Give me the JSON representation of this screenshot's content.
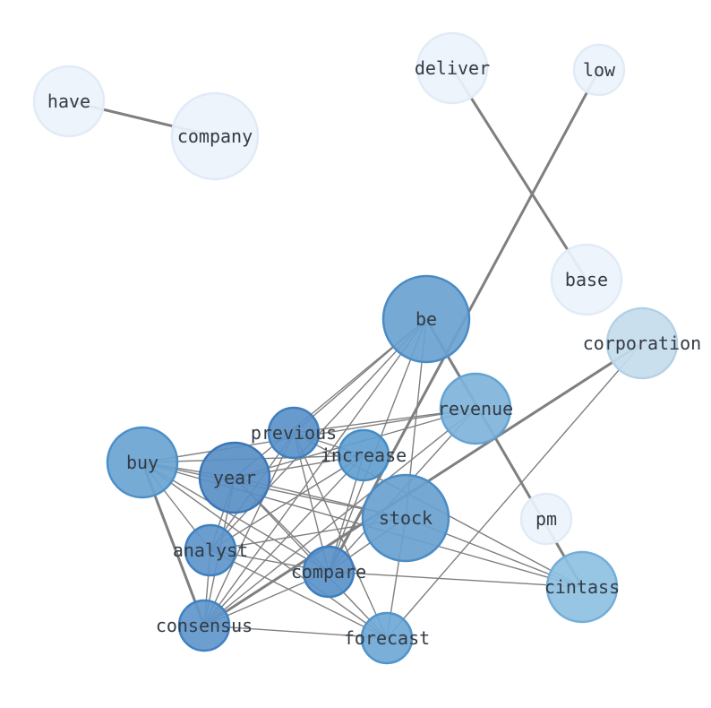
{
  "graph": {
    "nodes": [
      {
        "id": "have",
        "label": "have",
        "color": "#ecf3fb",
        "stroke": "#e1ebf7"
      },
      {
        "id": "company",
        "label": "company",
        "color": "#ecf3fb",
        "stroke": "#e1ebf7"
      },
      {
        "id": "deliver",
        "label": "deliver",
        "color": "#ecf3fb",
        "stroke": "#e1ebf7"
      },
      {
        "id": "low",
        "label": "low",
        "color": "#ecf3fb",
        "stroke": "#e1ebf7"
      },
      {
        "id": "base",
        "label": "base",
        "color": "#ecf3fb",
        "stroke": "#e1ebf7"
      },
      {
        "id": "be",
        "label": "be",
        "color": "#6aa3d0",
        "stroke": "#4a8bc4"
      },
      {
        "id": "corporation",
        "label": "corporation",
        "color": "#c6dced",
        "stroke": "#b4d0e6"
      },
      {
        "id": "revenue",
        "label": "revenue",
        "color": "#7fb4db",
        "stroke": "#64a2d2"
      },
      {
        "id": "previous",
        "label": "previous",
        "color": "#5b93c9",
        "stroke": "#3f7fbd"
      },
      {
        "id": "increase",
        "label": "increase",
        "color": "#63a0d0",
        "stroke": "#458cc5"
      },
      {
        "id": "buy",
        "label": "buy",
        "color": "#6aa4d2",
        "stroke": "#4b8fc8"
      },
      {
        "id": "year",
        "label": "year",
        "color": "#5a8fc6",
        "stroke": "#3a76b6"
      },
      {
        "id": "stock",
        "label": "stock",
        "color": "#69a2d0",
        "stroke": "#4a8cc5"
      },
      {
        "id": "pm",
        "label": "pm",
        "color": "#ecf3fb",
        "stroke": "#e1ebf7"
      },
      {
        "id": "analyst",
        "label": "analyst",
        "color": "#5e96cb",
        "stroke": "#3f80c0"
      },
      {
        "id": "compare",
        "label": "compare",
        "color": "#5b93c9",
        "stroke": "#3d7ebf"
      },
      {
        "id": "cintass",
        "label": "cintass",
        "color": "#8ec0e2",
        "stroke": "#72aed8"
      },
      {
        "id": "consensus",
        "label": "consensus",
        "color": "#5f97cc",
        "stroke": "#4181c1"
      },
      {
        "id": "forecast",
        "label": "forecast",
        "color": "#6ea8d5",
        "stroke": "#5194ca"
      }
    ],
    "edges": [
      {
        "source": "have",
        "target": "company",
        "weight": "thick"
      },
      {
        "source": "deliver",
        "target": "base",
        "weight": "thick"
      },
      {
        "source": "low",
        "target": "compare",
        "weight": "thick"
      },
      {
        "source": "be",
        "target": "cintass",
        "weight": "thick"
      },
      {
        "source": "corporation",
        "target": "consensus",
        "weight": "thick"
      },
      {
        "source": "buy",
        "target": "consensus",
        "weight": "thick"
      },
      {
        "source": "be",
        "target": "previous",
        "weight": "thin"
      },
      {
        "source": "be",
        "target": "year",
        "weight": "thin"
      },
      {
        "source": "be",
        "target": "analyst",
        "weight": "thin"
      },
      {
        "source": "be",
        "target": "compare",
        "weight": "thin"
      },
      {
        "source": "be",
        "target": "consensus",
        "weight": "thin"
      },
      {
        "source": "be",
        "target": "stock",
        "weight": "thin"
      },
      {
        "source": "revenue",
        "target": "previous",
        "weight": "thin"
      },
      {
        "source": "revenue",
        "target": "buy",
        "weight": "thin"
      },
      {
        "source": "revenue",
        "target": "year",
        "weight": "thin"
      },
      {
        "source": "revenue",
        "target": "compare",
        "weight": "thin"
      },
      {
        "source": "revenue",
        "target": "consensus",
        "weight": "thin"
      },
      {
        "source": "previous",
        "target": "increase",
        "weight": "thin"
      },
      {
        "source": "previous",
        "target": "analyst",
        "weight": "thin"
      },
      {
        "source": "previous",
        "target": "consensus",
        "weight": "thin"
      },
      {
        "source": "previous",
        "target": "compare",
        "weight": "thin"
      },
      {
        "source": "previous",
        "target": "cintass",
        "weight": "thin"
      },
      {
        "source": "previous",
        "target": "forecast",
        "weight": "thin"
      },
      {
        "source": "increase",
        "target": "year",
        "weight": "thin"
      },
      {
        "source": "increase",
        "target": "analyst",
        "weight": "thin"
      },
      {
        "source": "increase",
        "target": "consensus",
        "weight": "thin"
      },
      {
        "source": "increase",
        "target": "buy",
        "weight": "thin"
      },
      {
        "source": "increase",
        "target": "compare",
        "weight": "thin"
      },
      {
        "source": "buy",
        "target": "year",
        "weight": "thin"
      },
      {
        "source": "buy",
        "target": "stock",
        "weight": "thin"
      },
      {
        "source": "buy",
        "target": "analyst",
        "weight": "thin"
      },
      {
        "source": "buy",
        "target": "compare",
        "weight": "thin"
      },
      {
        "source": "buy",
        "target": "forecast",
        "weight": "thin"
      },
      {
        "source": "buy",
        "target": "cintass",
        "weight": "thin"
      },
      {
        "source": "year",
        "target": "stock",
        "weight": "thin"
      },
      {
        "source": "year",
        "target": "analyst",
        "weight": "thin"
      },
      {
        "source": "year",
        "target": "consensus",
        "weight": "thin"
      },
      {
        "source": "year",
        "target": "compare",
        "weight": "thin"
      },
      {
        "source": "year",
        "target": "forecast",
        "weight": "thin"
      },
      {
        "source": "stock",
        "target": "analyst",
        "weight": "thin"
      },
      {
        "source": "stock",
        "target": "compare",
        "weight": "thin"
      },
      {
        "source": "stock",
        "target": "forecast",
        "weight": "thin"
      },
      {
        "source": "stock",
        "target": "cintass",
        "weight": "thin"
      },
      {
        "source": "analyst",
        "target": "consensus",
        "weight": "thin"
      },
      {
        "source": "analyst",
        "target": "compare",
        "weight": "thin"
      },
      {
        "source": "analyst",
        "target": "forecast",
        "weight": "thin"
      },
      {
        "source": "compare",
        "target": "consensus",
        "weight": "thin"
      },
      {
        "source": "compare",
        "target": "cintass",
        "weight": "thin"
      },
      {
        "source": "consensus",
        "target": "forecast",
        "weight": "thin"
      },
      {
        "source": "corporation",
        "target": "forecast",
        "weight": "thin"
      }
    ]
  }
}
